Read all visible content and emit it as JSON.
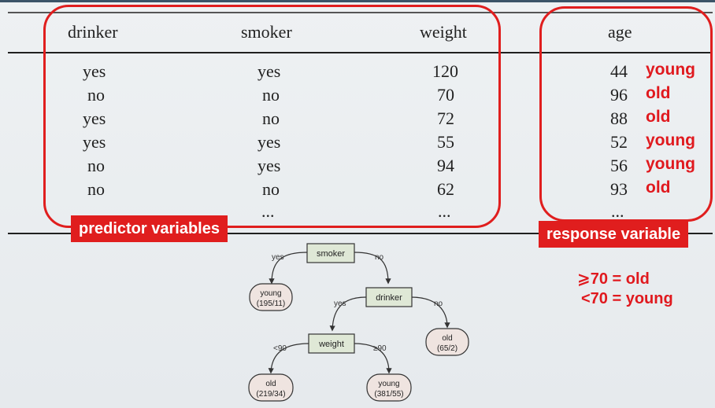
{
  "table": {
    "headers": {
      "drinker": "drinker",
      "smoker": "smoker",
      "weight": "weight",
      "age": "age"
    },
    "rows": [
      {
        "drinker": "yes",
        "smoker": "yes",
        "weight": "120",
        "age": "44",
        "class": "young"
      },
      {
        "drinker": "no",
        "smoker": "no",
        "weight": "70",
        "age": "96",
        "class": "old"
      },
      {
        "drinker": "yes",
        "smoker": "no",
        "weight": "72",
        "age": "88",
        "class": "old"
      },
      {
        "drinker": "yes",
        "smoker": "yes",
        "weight": "55",
        "age": "52",
        "class": "young"
      },
      {
        "drinker": "no",
        "smoker": "yes",
        "weight": "94",
        "age": "56",
        "class": "young"
      },
      {
        "drinker": "no",
        "smoker": "no",
        "weight": "62",
        "age": "93",
        "class": "old"
      }
    ],
    "ellipsis": "..."
  },
  "labels": {
    "predictor": "predictor variables",
    "response": "response variable",
    "rule_old": "⩾70 = old",
    "rule_young": "<70 = young"
  },
  "tree": {
    "smoker": "smoker",
    "drinker": "drinker",
    "weight": "weight",
    "yes1": "yes",
    "no1": "no",
    "yes2": "yes",
    "no2": "no",
    "lt90": "<90",
    "ge90": "≥90",
    "leaf1_label": "young",
    "leaf1_counts": "(195/11)",
    "leaf2_label": "old",
    "leaf2_counts": "(65/2)",
    "leaf3_label": "old",
    "leaf3_counts": "(219/34)",
    "leaf4_label": "young",
    "leaf4_counts": "(381/55)"
  },
  "colors": {
    "accent": "#e01e1e",
    "node_fill": "#dfe8d6",
    "leaf_fill": "#efe4e0"
  }
}
